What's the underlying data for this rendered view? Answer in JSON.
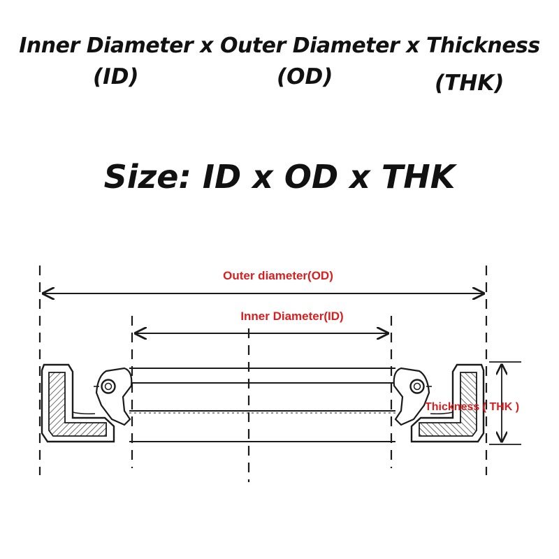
{
  "header": {
    "formula": "Inner Diameter x Outer Diameter x Thickness",
    "abbr_id": "(ID)",
    "abbr_od": "(OD)",
    "abbr_thk": "(THK)"
  },
  "size_line": "Size: ID x OD x THK",
  "diagram": {
    "outer_label": "Outer diameter(OD)",
    "inner_label": "Inner Diameter(ID)",
    "thickness_label": "Thickness ( THK )"
  },
  "colors": {
    "label_red": "#d81e1e",
    "line": "#1a1a1a",
    "text": "#111111"
  }
}
